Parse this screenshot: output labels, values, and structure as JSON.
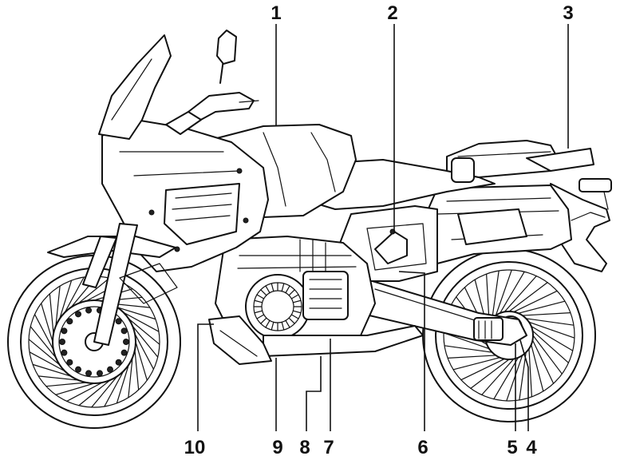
{
  "callouts": [
    "1",
    "2",
    "3",
    "4",
    "5",
    "6",
    "7",
    "8",
    "9",
    "10"
  ],
  "colors": {
    "ink": "#111111",
    "background": "#ffffff"
  }
}
